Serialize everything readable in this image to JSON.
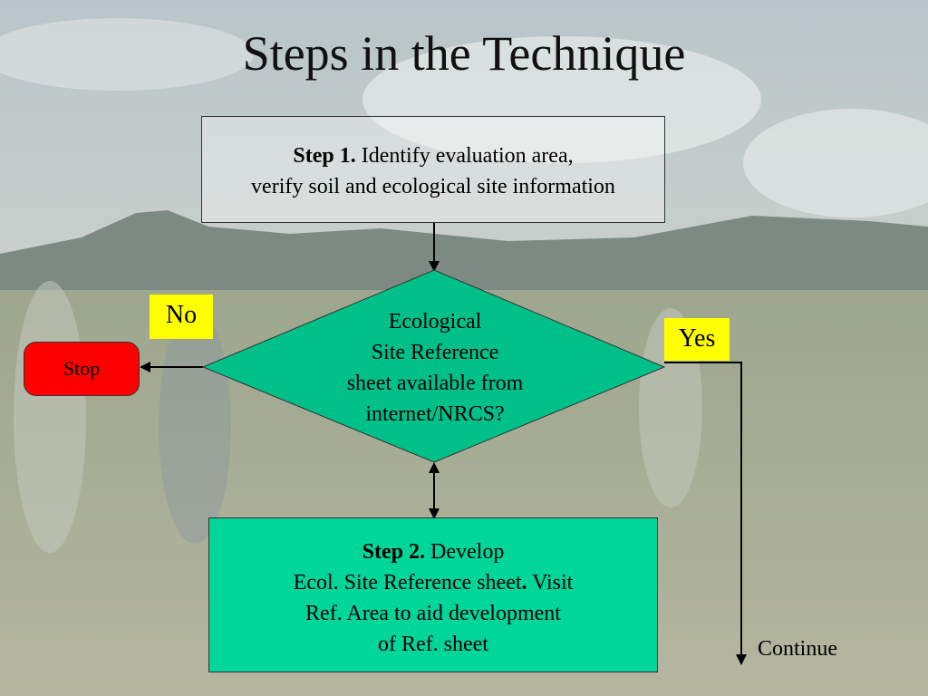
{
  "title": "Steps in the Technique",
  "step1": {
    "label": "Step 1.",
    "line1": " Identify evaluation area,",
    "line2": "verify soil and ecological site information"
  },
  "decision": {
    "line1": "Ecological",
    "line2": "Site Reference",
    "line3": "sheet available from",
    "line4": "internet/NRCS?"
  },
  "no_label": "No",
  "yes_label": "Yes",
  "stop_label": "Stop",
  "step2": {
    "label": "Step 2.",
    "line1": " Develop",
    "line2a": "Ecol. Site Reference sheet",
    "line2b": ".",
    "line2c": " Visit",
    "line3": "Ref. Area to aid development",
    "line4": "of Ref. sheet"
  },
  "continue_label": "Continue",
  "colors": {
    "decision_fill": "#00c08a",
    "step2_fill": "#00d59a",
    "stop_fill": "#ff0000",
    "label_fill": "#ffff00"
  }
}
